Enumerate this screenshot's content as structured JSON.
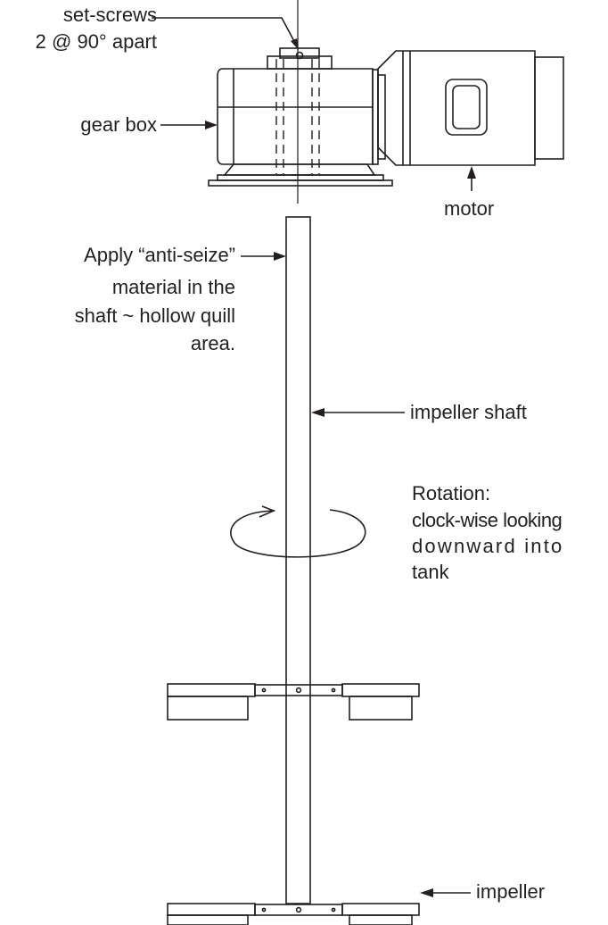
{
  "labels": {
    "set_screws_line1": "set-screws",
    "set_screws_line2": "2 @ 90° apart",
    "gear_box": "gear box",
    "motor": "motor",
    "anti_seize_line1": "Apply “anti-seize”",
    "anti_seize_line2": "material in the",
    "anti_seize_line3": "shaft ~ hollow quill",
    "anti_seize_line4": "area.",
    "impeller_shaft": "impeller shaft",
    "rotation_line1": "Rotation:",
    "rotation_line2": "clock-wise looking",
    "rotation_line3": "downward into",
    "rotation_line4": "tank",
    "impeller": "impeller"
  },
  "colors": {
    "line": "#231f20",
    "background": "#ffffff"
  }
}
